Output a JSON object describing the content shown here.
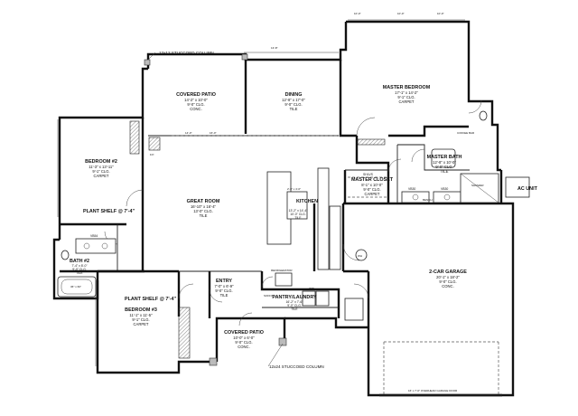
{
  "rooms": {
    "master_bedroom": {
      "name": "MASTER BEDROOM",
      "dims": "17'-1\" x 14'-2\"",
      "ceil": "9'-1\" CLG.",
      "floor": "CARPET"
    },
    "dining": {
      "name": "DINING",
      "dims": "12'-8\" x 17'-0\"",
      "ceil": "9'-0\" CLG.",
      "floor": "TILE"
    },
    "covered_patio": {
      "name": "COVERED PATIO",
      "dims": "14'-2\" x 10'-0\"",
      "ceil": "9'-0\" CLG.",
      "floor": "CONC."
    },
    "bedroom2": {
      "name": "BEDROOM #2",
      "dims": "11'-3\" x 13'-11\"",
      "ceil": "9'-1\" CLG.",
      "floor": "CARPET"
    },
    "great_room": {
      "name": "GREAT ROOM",
      "dims": "16'-10\" x 16'-4\"",
      "ceil": "13'-0\" CLG.",
      "floor": "TILE"
    },
    "kitchen": {
      "name": "KITCHEN",
      "dims": "13'-2\" x 14'-4\"",
      "ceil": "10'-0\" CLG.",
      "floor": "TILE"
    },
    "master_closet": {
      "name": "MASTER CLOSET",
      "dims": "8'-1\" x 10'-0\"",
      "ceil": "9'-0\" CLG.",
      "floor": "CARPET"
    },
    "master_bath": {
      "name": "MASTER BATH",
      "dims": "12'-8\" x 10'-0\"",
      "ceil": "9'-0\" CLG.",
      "floor": "TILE"
    },
    "bath2": {
      "name": "BATH #2",
      "dims": "7'-4\" x 8'-0\"",
      "ceil": "9'-0\" CLG.",
      "floor": "TILE"
    },
    "entry": {
      "name": "ENTRY",
      "dims": "7'-0\" x 6'-9\"",
      "ceil": "9'-0\" CLG.",
      "floor": "TILE"
    },
    "pantry": {
      "name": "PANTRY/LAUNDRY",
      "dims": "16'-2\" x 7'-6\"",
      "ceil": "9'-0\" CLG.",
      "floor": "TILE"
    },
    "bedroom3": {
      "name": "BEDROOM #3",
      "dims": "11'-1\" x 11'-5\"",
      "ceil": "9'-1\" CLG.",
      "floor": "CARPET"
    },
    "front_patio": {
      "name": "COVERED PATIO",
      "dims": "10'-0\" x 6'-0\"",
      "ceil": "9'-0\" CLG.",
      "floor": "CONC."
    },
    "garage": {
      "name": "2-CAR GARAGE",
      "dims": "20'-1\" x 18'-2\"",
      "ceil": "9'-0\" CLG.",
      "floor": "CONC."
    }
  },
  "labels": {
    "column_top": "12x12 STUCCOED COLUMN",
    "column_bottom": "12x24 STUCCOED COLUMN",
    "plant_shelf_1": "PLANT SHELF @ 7'-4\"",
    "plant_shelf_2": "PLANT SHELF @ 7'-4\"",
    "ac_unit": "AC UNIT",
    "shelves": "SHLVS",
    "coffee_bar": "COFFEE BAR",
    "w_d": "W/D",
    "refrigerator": "REFRIGERATOR",
    "soffit": "SOFFIT",
    "garage_door": "16' x 7'-0\" OVERHEAD GARAGE DOOR",
    "vb_left": "VB30",
    "vb_right": "VB30",
    "vb_bath2": "VB54",
    "kitchen_island": "2'-0\" x 4'-0\"",
    "tub": "36\" x 60\"",
    "shower": "SHOWER",
    "bench": "BENCH",
    "wh": "WH",
    "fp": "F.P."
  },
  "dims": {
    "top1": "10'-0\"",
    "top2": "10'-0\"",
    "top3": "10'-0\"",
    "dining_top": "13'-8\"",
    "patio_top": "14'-0\"",
    "patio2": "16'-0\""
  }
}
